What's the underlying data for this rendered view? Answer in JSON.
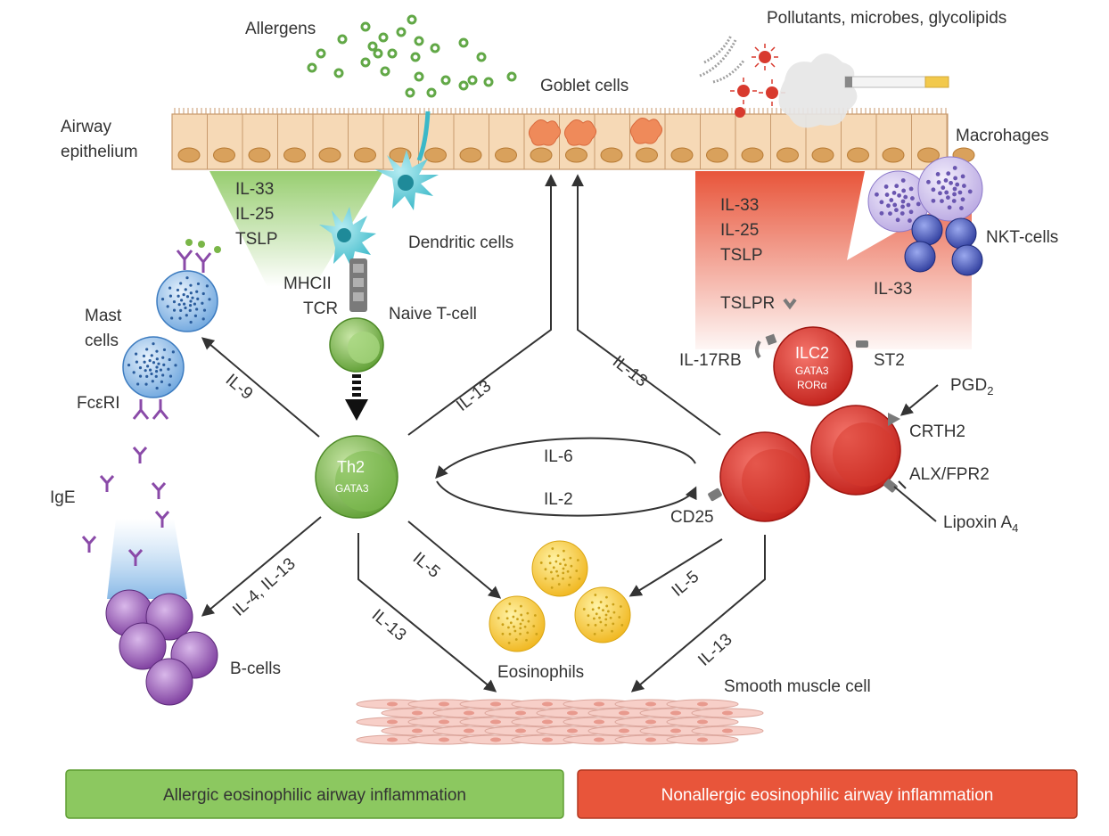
{
  "labels": {
    "allergens": "Allergens",
    "pollutants": "Pollutants, microbes, glycolipids",
    "goblet_cells": "Goblet cells",
    "airway_line1": "Airway",
    "airway_line2": "epithelium",
    "macrophages": "Macrohages",
    "il33_left": "IL-33",
    "il25_left": "IL-25",
    "tslp_left": "TSLP",
    "dendritic_cells": "Dendritic cells",
    "mhcii": "MHCII",
    "tcr": "TCR",
    "naive_tcell": "Naive T-cell",
    "mast_line1": "Mast",
    "mast_line2": "cells",
    "fceri": "FcεRI",
    "ige": "IgE",
    "bcells": "B-cells",
    "th2": "Th2",
    "th2_sub": "GATA3",
    "il9": "IL-9",
    "il13_left_up": "IL-13",
    "il13_right_up": "IL-13",
    "il6": "IL-6",
    "il2": "IL-2",
    "il4_il13": "IL-4, IL-13",
    "il5_left": "IL-5",
    "il13_left_down": "IL-13",
    "eosinophils": "Eosinophils",
    "il5_right": "IL-5",
    "il13_right_down": "IL-13",
    "smooth_muscle": "Smooth muscle cell",
    "il33_right": "IL-33",
    "il25_right": "IL-25",
    "tslp_right": "TSLP",
    "nkt_cells": "NKT-cells",
    "il33_nkt": "IL-33",
    "tslpr": "TSLPR",
    "il17rb": "IL-17RB",
    "ilc2": "ILC2",
    "ilc2_gata3": "GATA3",
    "ilc2_ror": "RORα",
    "st2": "ST2",
    "pgd": "PGD",
    "pgd_sub": "2",
    "crth2": "CRTH2",
    "alx": "ALX/FPR2",
    "cd25": "CD25",
    "lipoxin": "Lipoxin A",
    "lipoxin_sub": "4"
  },
  "legend": {
    "allergic": "Allergic eosinophilic airway inflammation",
    "nonallergic": "Nonallergic eosinophilic airway inflammation"
  },
  "colors": {
    "green": "#7ab648",
    "red": "#e0332b",
    "yellow": "#f5c518",
    "purple": "#8a4aa8",
    "blue": "#5b9bd5",
    "epithelium": "#f6d9b6"
  }
}
